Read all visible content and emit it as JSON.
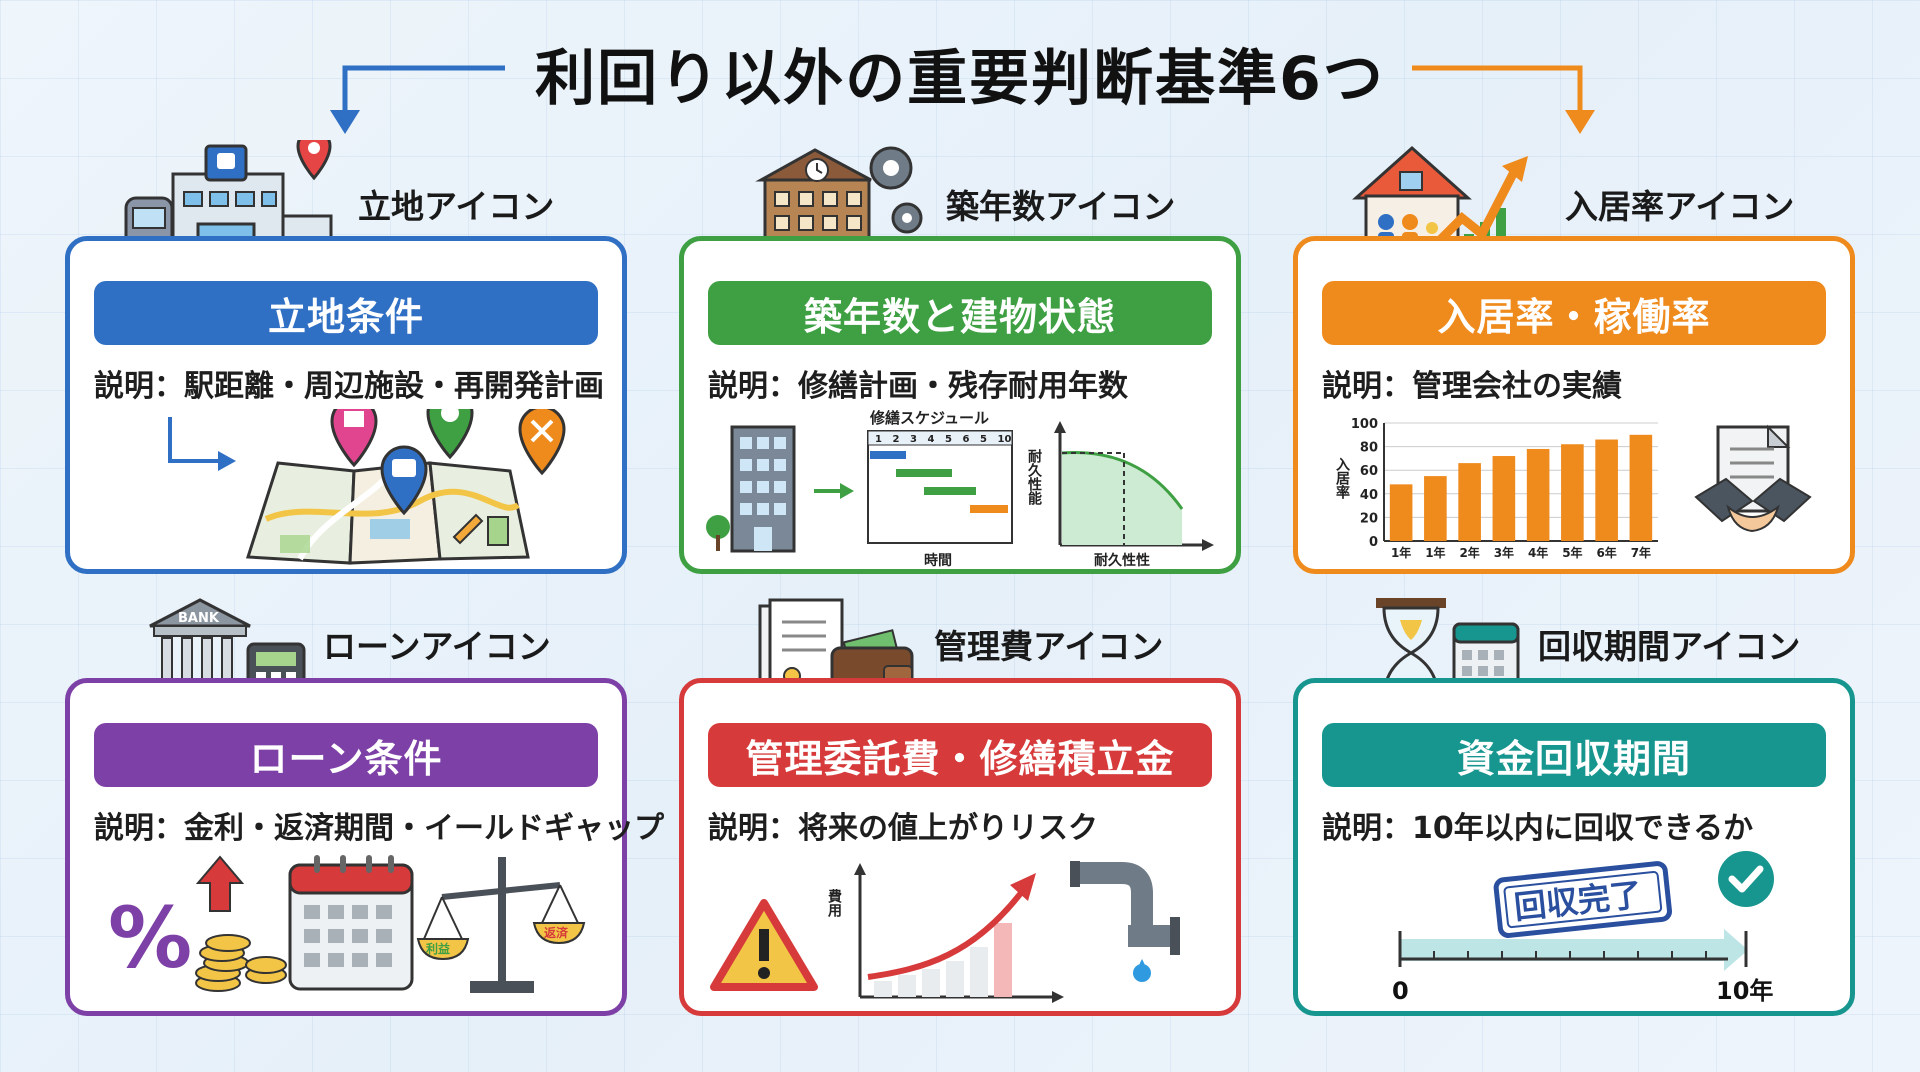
{
  "title": "利回り以外の重要判断基準6つ",
  "colors": {
    "blue": "#2f6fc4",
    "green": "#3ea043",
    "orange": "#ef8a1c",
    "purple": "#7d40a6",
    "red": "#d63a3a",
    "teal": "#17958f"
  },
  "cards": [
    {
      "icon_label": "立地アイコン",
      "header": "立地条件",
      "desc": "説明：駅距離・周辺施設・再開発計画"
    },
    {
      "icon_label": "築年数アイコン",
      "header": "築年数と建物状態",
      "desc": "説明：修繕計画・残存耐用年数",
      "schedule_title": "修繕スケジュール",
      "schedule_cols": [
        "1",
        "2",
        "3",
        "4",
        "5",
        "6",
        "5",
        "10"
      ],
      "schedule_xlabel": "時間",
      "durability_ylabel": "耐久性能",
      "durability_xlabel": "耐久性性"
    },
    {
      "icon_label": "入居率アイコン",
      "header": "入居率・稼働率",
      "desc": "説明：管理会社の実績",
      "chart_ylabel": "入居率"
    },
    {
      "icon_label": "ローンアイコン",
      "header": "ローン条件",
      "desc": "説明：金利・返済期間・イールドギャップ",
      "bank_label": "BANK",
      "percent": "%",
      "scale_left": "利益",
      "scale_right": "返済"
    },
    {
      "icon_label": "管理費アイコン",
      "header": "管理委託費・修繕積立金",
      "desc": "説明：将来の値上がりリスク",
      "chart_ylabel": "費用"
    },
    {
      "icon_label": "回収期間アイコン",
      "header": "資金回収期間",
      "desc": "説明：10年以内に回収できるか",
      "stamp": "回収完了",
      "axis_start": "0",
      "axis_end": "10年"
    }
  ],
  "chart_data": {
    "type": "bar",
    "categories": [
      "1年",
      "1年",
      "2年",
      "3年",
      "4年",
      "5年",
      "6年",
      "7年"
    ],
    "values": [
      48,
      55,
      66,
      72,
      78,
      82,
      86,
      90
    ],
    "ylim": [
      0,
      100
    ],
    "yticks": [
      "0",
      "20",
      "40",
      "60",
      "80",
      "100"
    ],
    "ylabel": "入居率",
    "color": "#ef8a1c"
  }
}
